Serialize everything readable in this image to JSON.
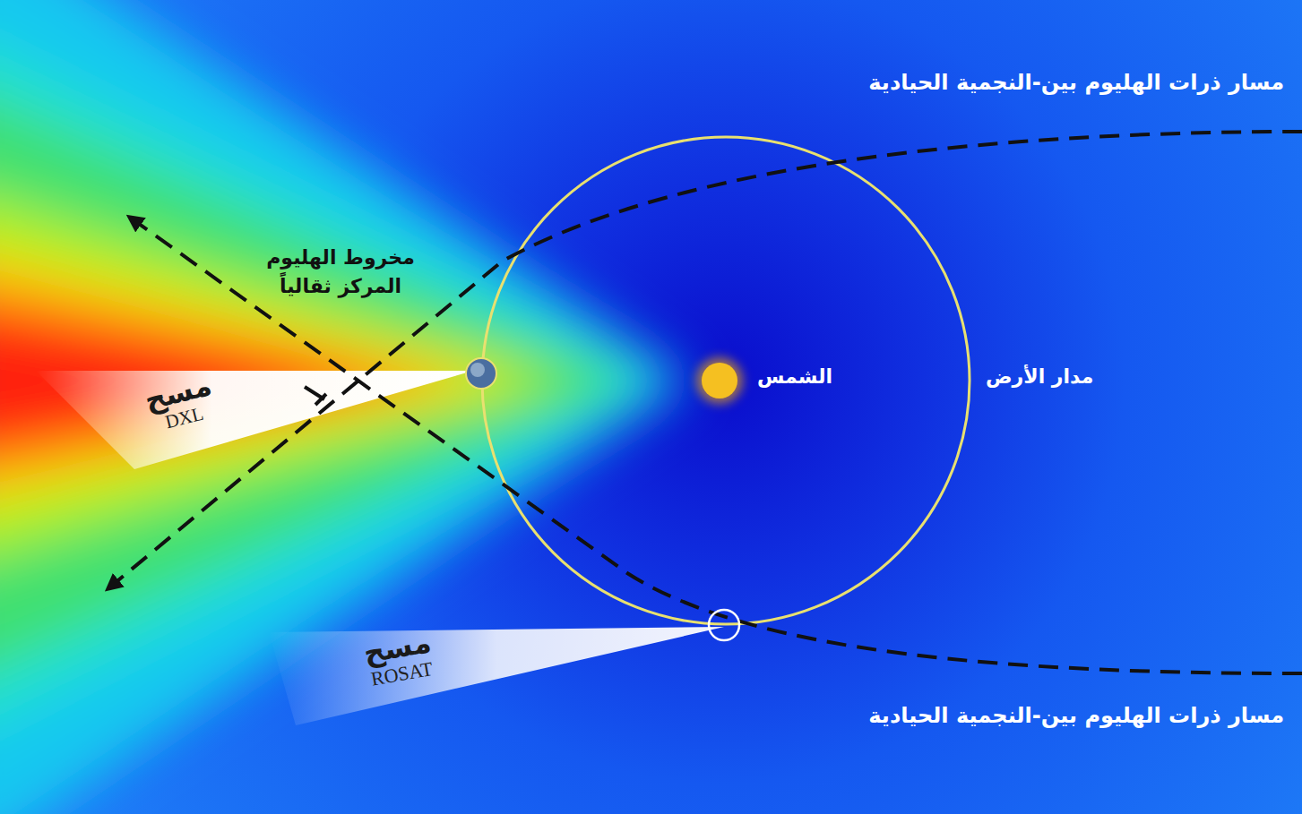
{
  "diagram": {
    "nodes": [
      {
        "text": [
          "مسح",
          "DXL"
        ]
      },
      {
        "text": [
          "مسح",
          "ROSAT"
        ]
      }
    ],
    "labels": [
      "مسار ذرات الهليوم بين-النجمية الحيادية",
      "مخروط الهليوم المركز ثقالياً",
      "الشمس",
      "مدار الأرض",
      "مسار ذرات الهليوم بين-النجمية الحيادية"
    ]
  }
}
